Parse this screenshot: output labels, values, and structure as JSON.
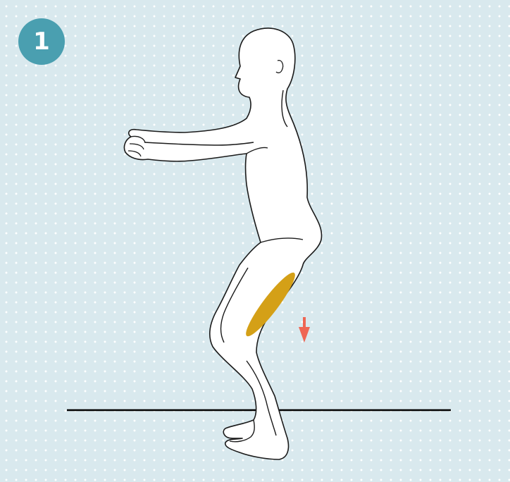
{
  "step": {
    "number": "1"
  },
  "colors": {
    "background": "#d9e9ee",
    "dots": "#ffffff",
    "badge": "#4a9fb0",
    "body_fill": "#ffffff",
    "outline": "#1a1a1a",
    "muscle_highlight": "#d4a017",
    "arrow": "#ef6553",
    "ground_line": "#000000"
  },
  "illustration": {
    "subject": "person-squat-side-view",
    "highlight": "thigh-muscle",
    "arrow_direction": "down"
  }
}
